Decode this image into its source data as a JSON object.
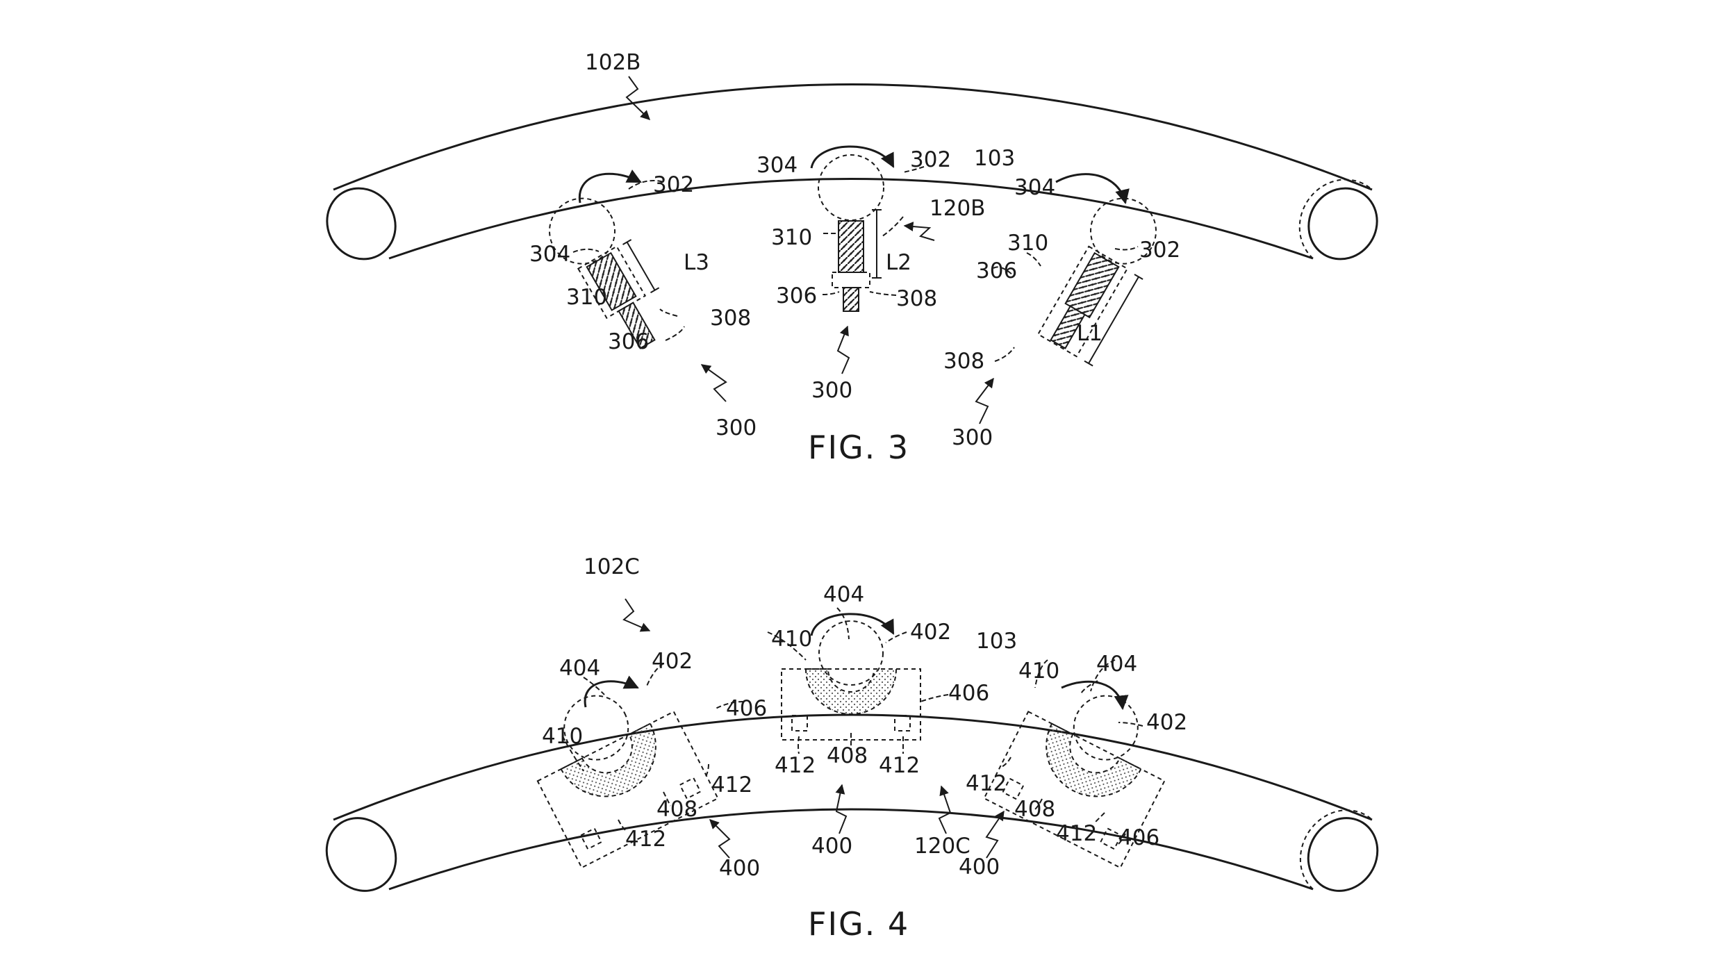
{
  "figure3": {
    "caption": "FIG. 3",
    "labels": {
      "assembly": "102B",
      "surface": "103",
      "group": "120B",
      "ball": "302",
      "arrow": "304",
      "spring": "306",
      "housing": "308",
      "coil": "310",
      "unit": "300",
      "len1": "L1",
      "len2": "L2",
      "len3": "L3"
    }
  },
  "figure4": {
    "caption": "FIG. 4",
    "labels": {
      "assembly": "102C",
      "surface": "103",
      "group": "120C",
      "ball": "402",
      "arrow": "404",
      "housing": "406",
      "arc": "408",
      "field": "410",
      "sensor": "412",
      "unit": "400"
    }
  }
}
